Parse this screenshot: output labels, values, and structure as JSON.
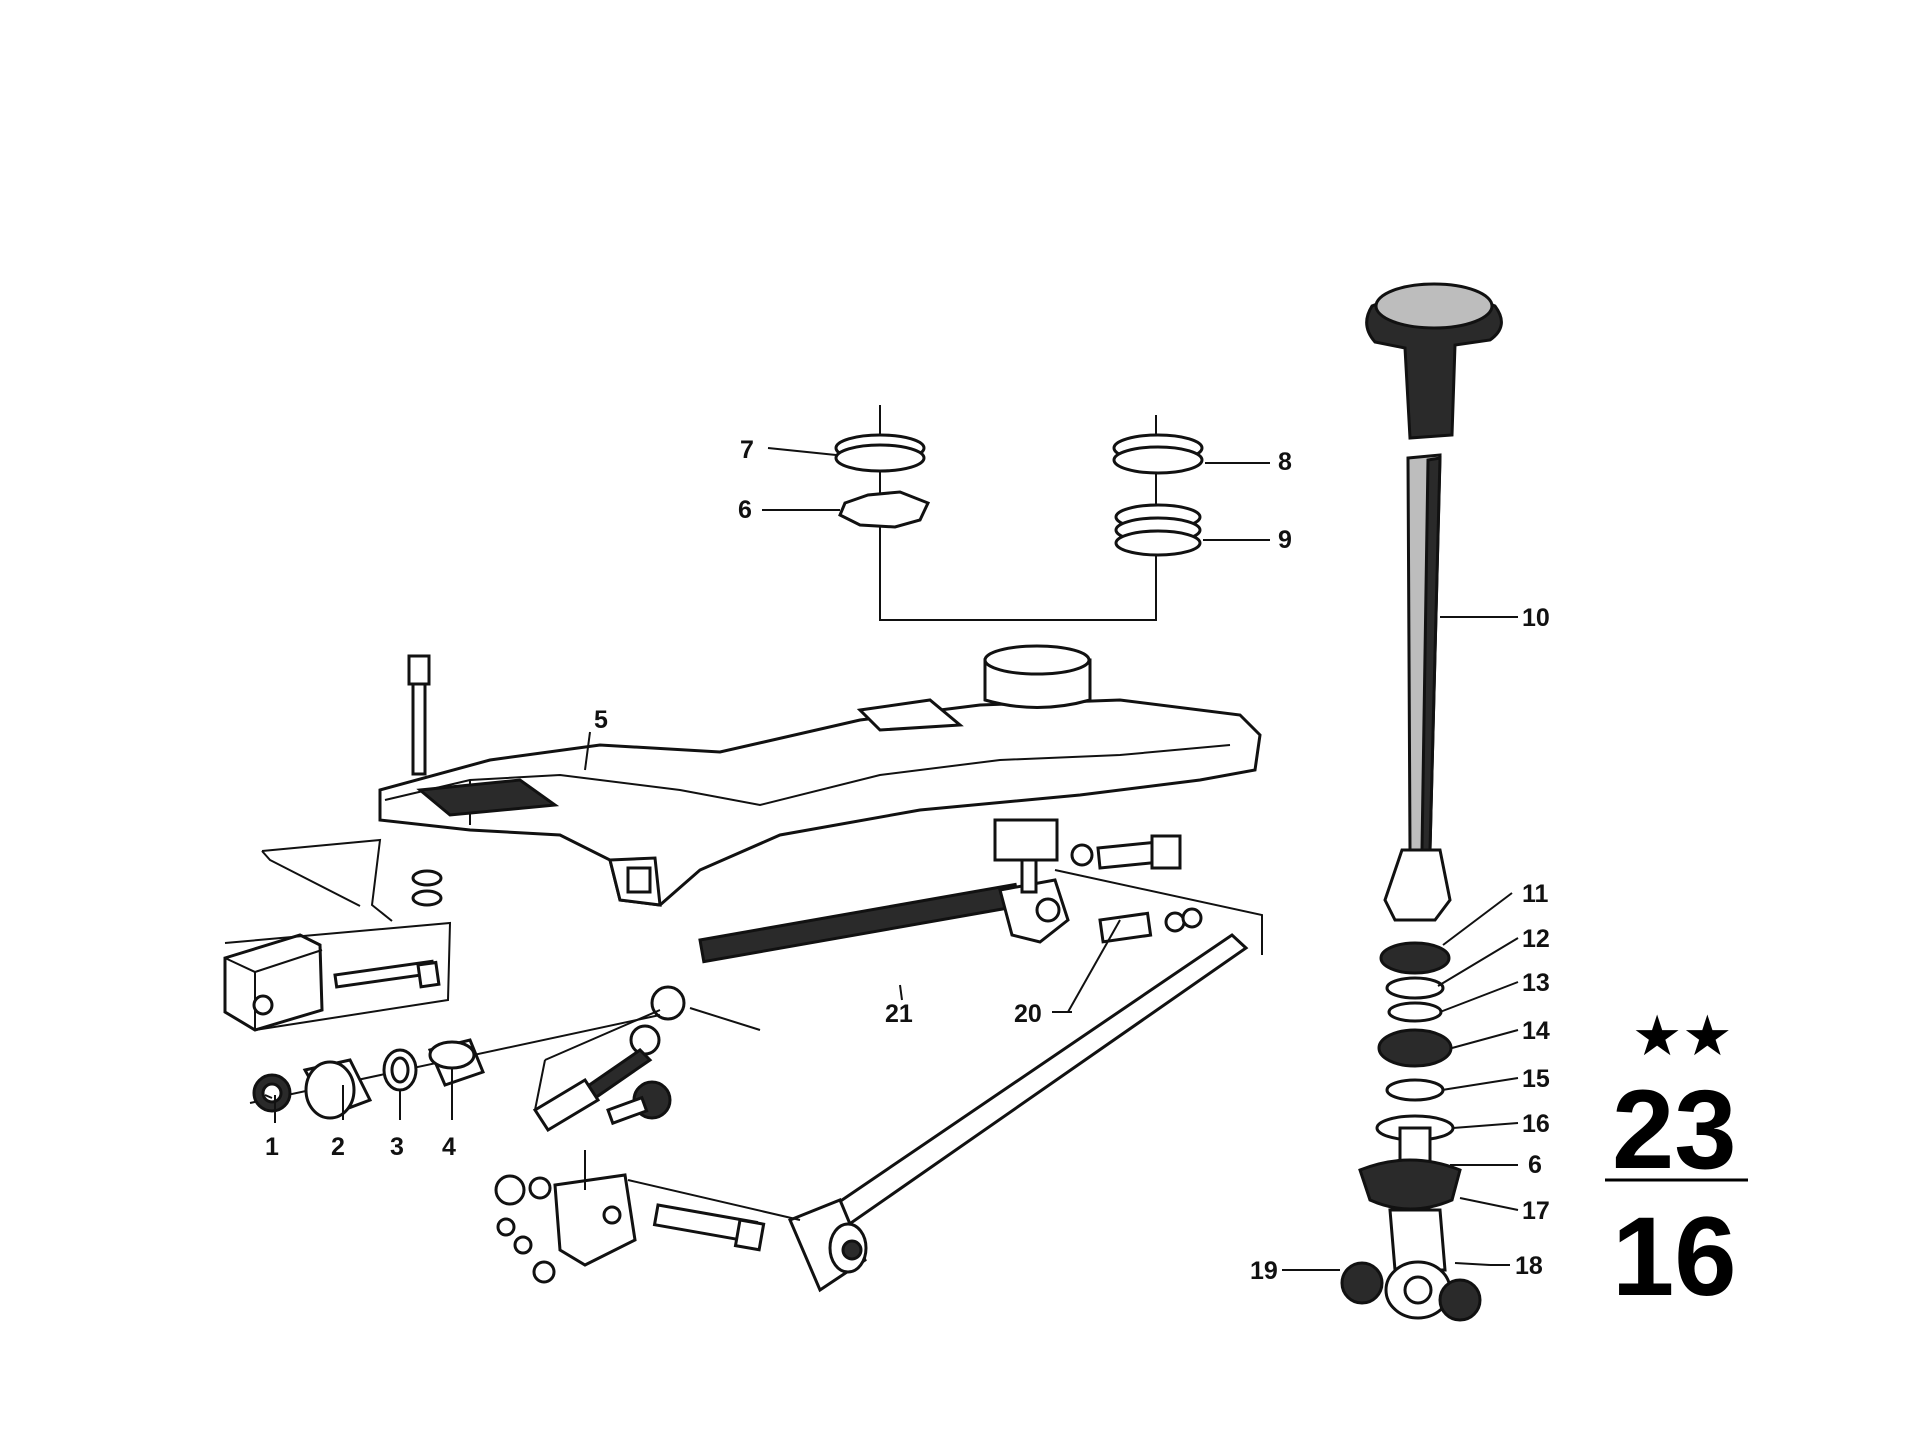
{
  "labels": {
    "1": "1",
    "2": "2",
    "3": "3",
    "4": "4",
    "5": "5",
    "6a": "6",
    "6b": "6",
    "7": "7",
    "8": "8",
    "9": "9",
    "10": "10",
    "11": "11",
    "12": "12",
    "13": "13",
    "14": "14",
    "15": "15",
    "16": "16",
    "17": "17",
    "18": "18",
    "19": "19",
    "20": "20",
    "21": "21"
  },
  "badge": {
    "stars": "★★",
    "top": "23",
    "bottom": "16"
  }
}
